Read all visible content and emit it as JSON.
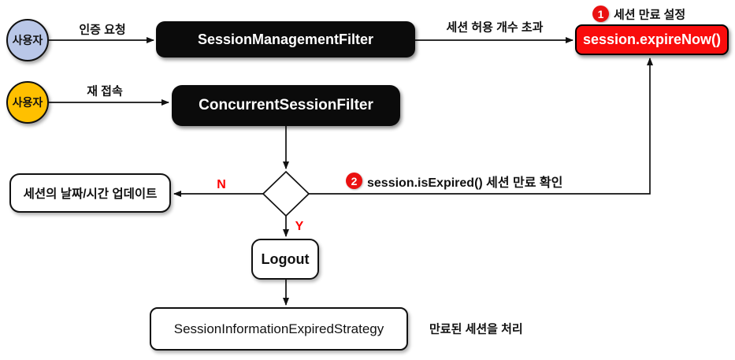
{
  "diagram": {
    "actors": {
      "user_auth": {
        "label": "사용자",
        "color": "#b9c7e8"
      },
      "user_reconnect": {
        "label": "사용자",
        "color": "#ffc000"
      }
    },
    "nodes": {
      "session_management_filter": {
        "label": "SessionManagementFilter",
        "color": "#0b0b0b"
      },
      "concurrent_session_filter": {
        "label": "ConcurrentSessionFilter",
        "color": "#0b0b0b"
      },
      "session_expire_now": {
        "label": "session.expireNow()",
        "color": "#f90c0c"
      },
      "update_session": {
        "label": "세션의 날짜/시간 업데이트"
      },
      "logout": {
        "label": "Logout"
      },
      "expired_strategy": {
        "label": "SessionInformationExpiredStrategy"
      }
    },
    "edges": {
      "auth_request": {
        "label": "인증 요청"
      },
      "session_limit_exceeded": {
        "label": "세션 허용 개수 초과"
      },
      "reconnect": {
        "label": "재 접속"
      },
      "decision_no": {
        "label": "N",
        "color": "#fe0000"
      },
      "decision_yes": {
        "label": "Y",
        "color": "#fe0000"
      }
    },
    "annotations": {
      "step1": {
        "number": "1",
        "label": "세션 만료 설정"
      },
      "step2": {
        "number": "2",
        "label": "session.isExpired() 세션 만료 확인"
      },
      "strategy_note": {
        "label": "만료된 세션을 처리"
      }
    }
  }
}
